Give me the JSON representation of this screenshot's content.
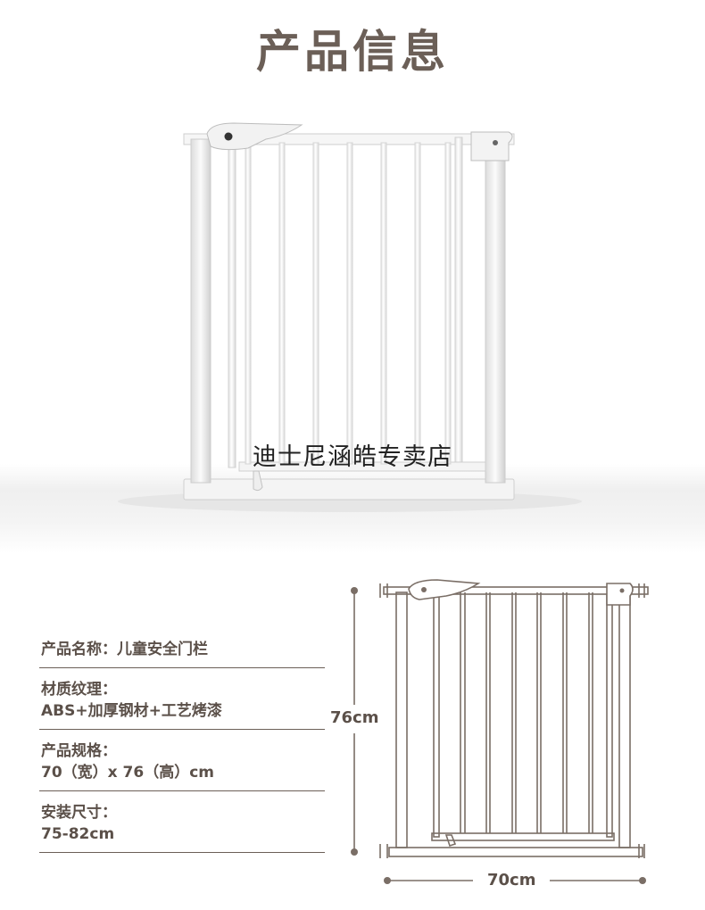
{
  "title": "产品信息",
  "watermark": "迪士尼涵皓专卖店",
  "specs": [
    {
      "label": "产品名称：",
      "value": "儿童安全门栏",
      "inline": true
    },
    {
      "label": "材质纹理：",
      "value": "ABS+加厚钢材+工艺烤漆",
      "inline": false
    },
    {
      "label": "产品规格：",
      "value": "70（宽）x 76（高）cm",
      "inline": false
    },
    {
      "label": "安装尺寸：",
      "value": "75-82cm",
      "inline": false
    }
  ],
  "dimensions": {
    "height": "76cm",
    "width": "70cm"
  },
  "colors": {
    "text": "#5b5049",
    "line": "#6b5f57",
    "gate": "#f7f7f7"
  }
}
